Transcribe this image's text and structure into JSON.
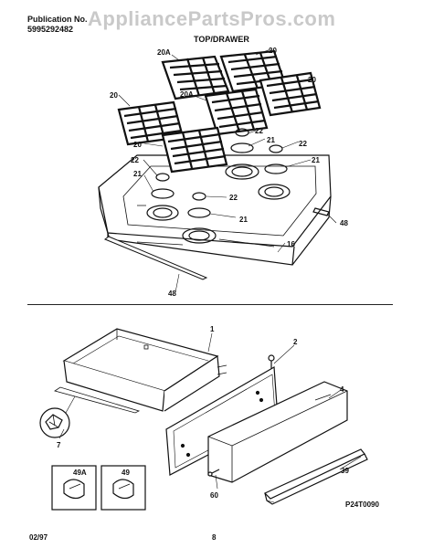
{
  "header": {
    "pub_label": "Publication No.",
    "pub_number": "5995292482",
    "watermark": "AppliancePartsPros.com",
    "section_title": "TOP/DRAWER"
  },
  "top_labels": [
    "20A",
    "20",
    "20",
    "20",
    "20A",
    "22",
    "21",
    "22",
    "20",
    "22",
    "21",
    "22",
    "21",
    "48",
    "16",
    "48"
  ],
  "drawer_labels": [
    "1",
    "2",
    "4",
    "7",
    "49A",
    "49",
    "60",
    "39"
  ],
  "figure_code": "P24T0090",
  "footer": {
    "date": "02/97",
    "page": "8"
  }
}
